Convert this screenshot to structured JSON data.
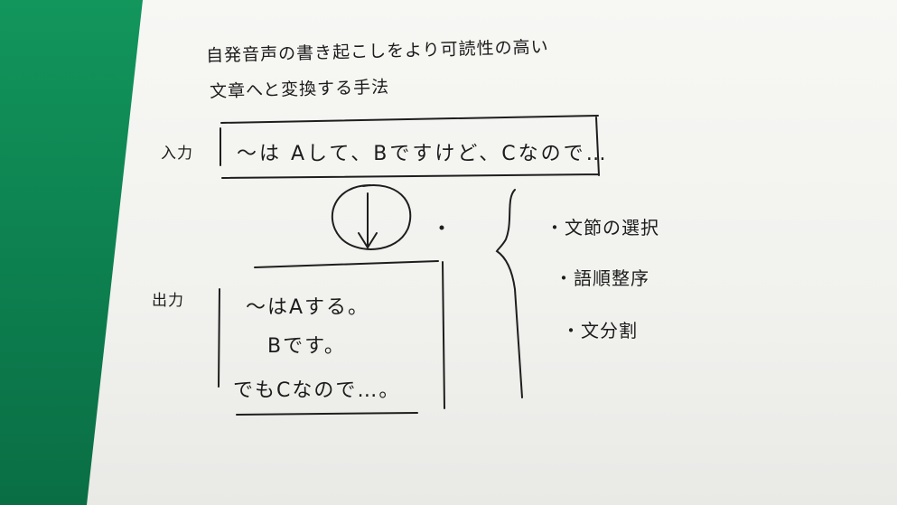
{
  "note": {
    "title_lines": [
      "自発音声の書き起こしをより可読性の高い",
      "文章へと変換する手法"
    ],
    "input_label": "入力",
    "input_text": "〜は Aして、Bですけど、Cなので…",
    "output_label": "出力",
    "output_lines": [
      "〜はAする。",
      "Bです。",
      "でもCなので…。"
    ],
    "steps": [
      "・文節の選択",
      "・語順整序",
      "・文分割"
    ]
  }
}
